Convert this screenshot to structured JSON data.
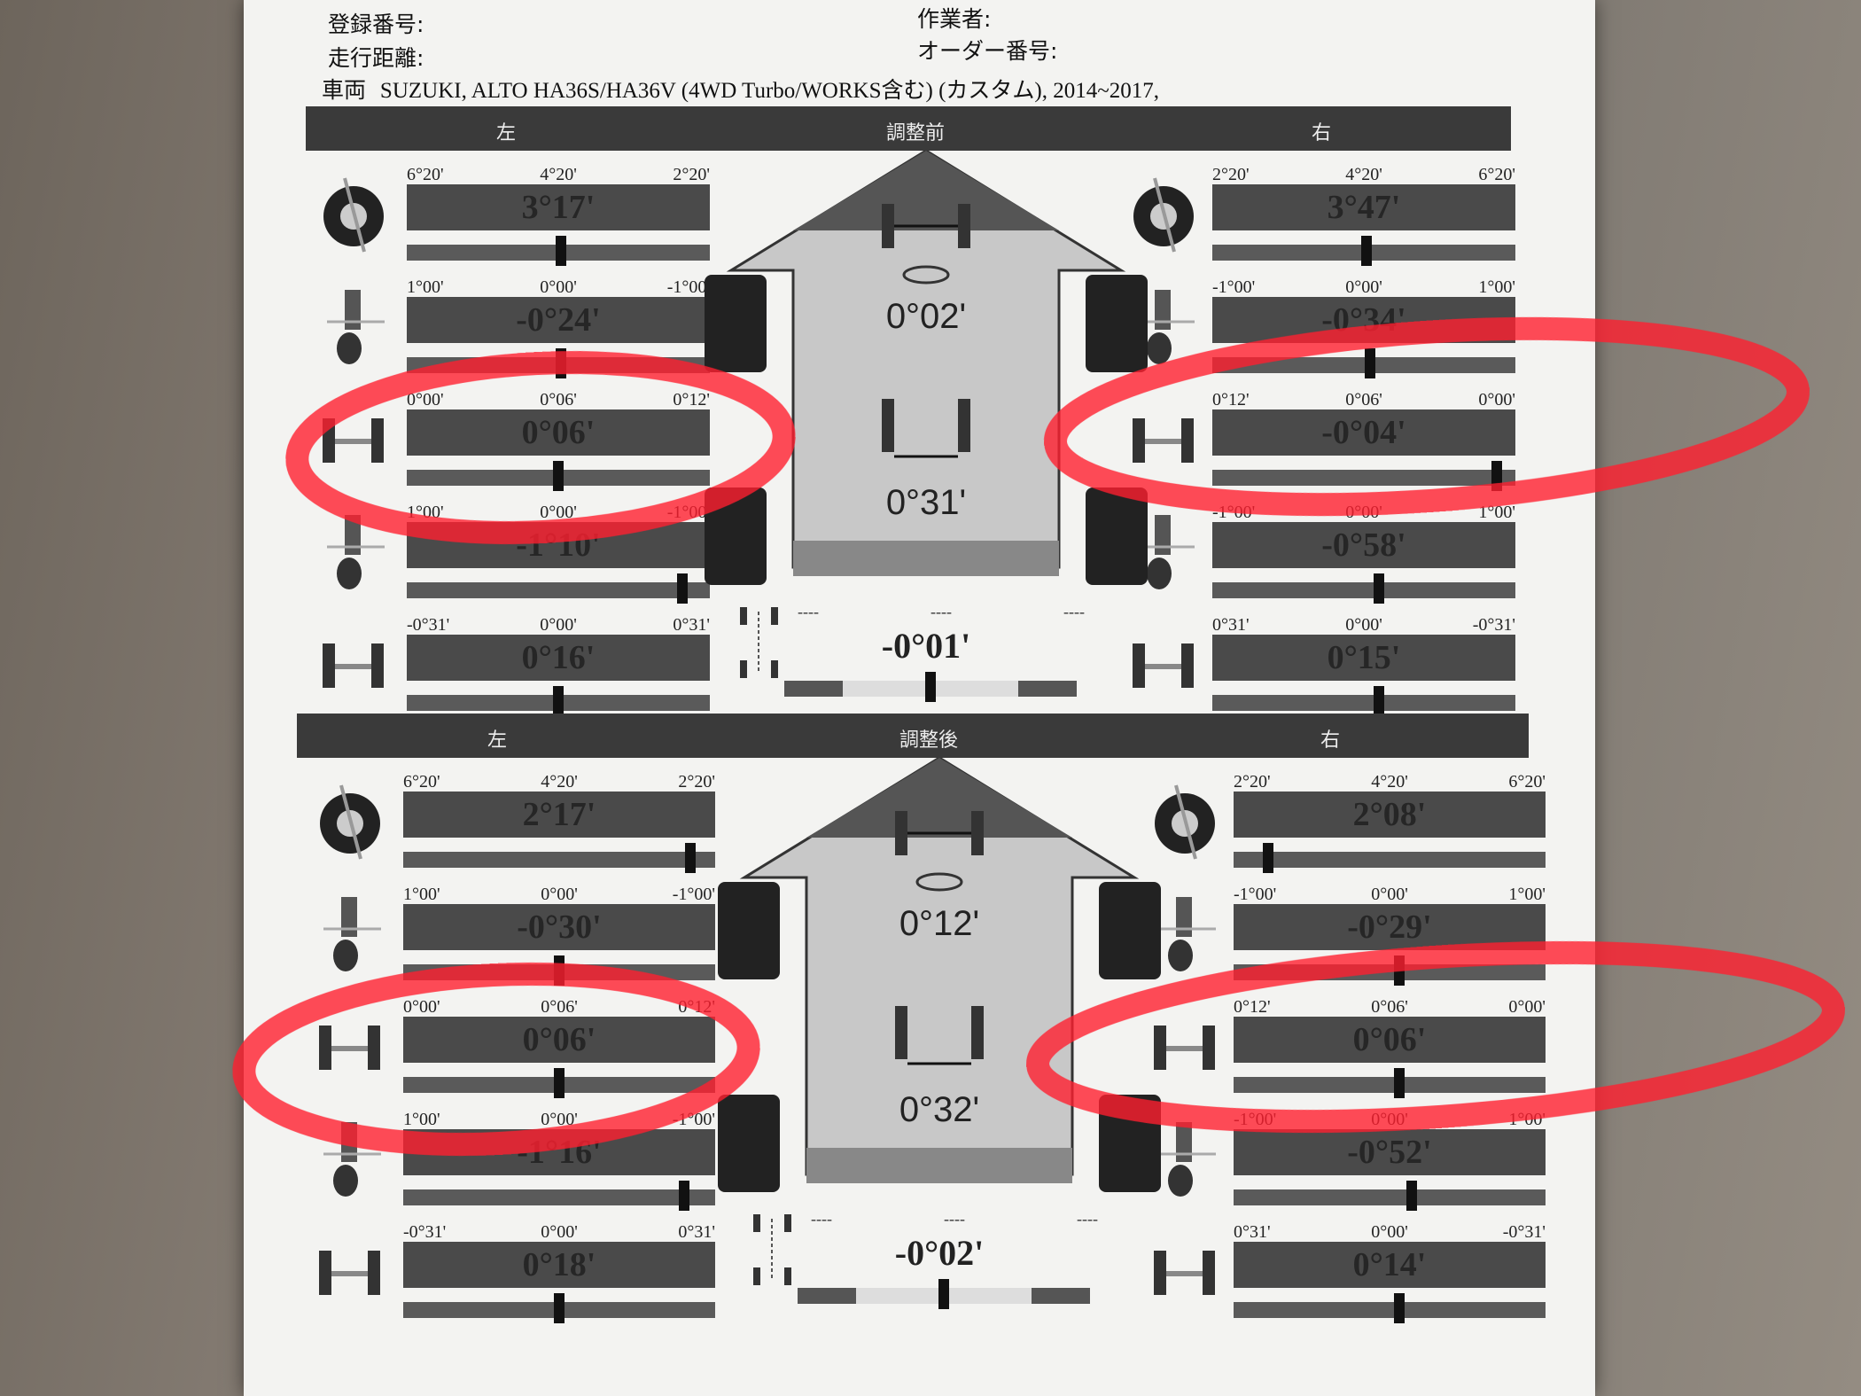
{
  "header": {
    "reg_no": "登録番号:",
    "mileage": "走行距離:",
    "worker": "作業者:",
    "order_no": "オーダー番号:",
    "vehicle_label": "車両",
    "vehicle": "SUZUKI, ALTO  HA36S/HA36V (4WD Turbo/WORKS含む) (カスタム), 2014~2017,"
  },
  "sections": [
    {
      "title": "調整前",
      "left_label": "左",
      "right_label": "右",
      "left": [
        {
          "type": "caster",
          "scale": [
            "6°20'",
            "4°20'",
            "2°20'"
          ],
          "value": "3°17'",
          "indicator": 0.51
        },
        {
          "type": "camber",
          "scale": [
            "1°00'",
            "0°00'",
            "-1°00'"
          ],
          "value": "-0°24'",
          "indicator": 0.51
        },
        {
          "type": "toe",
          "scale": [
            "0°00'",
            "0°06'",
            "0°12'"
          ],
          "value": "0°06'",
          "indicator": 0.5
        },
        {
          "type": "rear-camber",
          "scale": [
            "1°00'",
            "0°00'",
            "-1°00'"
          ],
          "value": "-1°10'",
          "indicator": 0.91
        },
        {
          "type": "rear-toe",
          "scale": [
            "-0°31'",
            "0°00'",
            "0°31'"
          ],
          "value": "0°16'",
          "indicator": 0.5
        }
      ],
      "right": [
        {
          "type": "caster",
          "scale": [
            "2°20'",
            "4°20'",
            "6°20'"
          ],
          "value": "3°47'",
          "indicator": 0.51
        },
        {
          "type": "camber",
          "scale": [
            "-1°00'",
            "0°00'",
            "1°00'"
          ],
          "value": "-0°34'",
          "indicator": 0.52
        },
        {
          "type": "toe",
          "scale": [
            "0°12'",
            "0°06'",
            "0°00'"
          ],
          "value": "-0°04'",
          "indicator": 0.94
        },
        {
          "type": "rear-camber",
          "scale": [
            "-1°00'",
            "0°00'",
            "1°00'"
          ],
          "value": "-0°58'",
          "indicator": 0.55
        },
        {
          "type": "rear-toe",
          "scale": [
            "0°31'",
            "0°00'",
            "-0°31'"
          ],
          "value": "0°15'",
          "indicator": 0.55
        }
      ],
      "center": {
        "front_total_toe": "0°02'",
        "rear_total_toe": "0°31'",
        "thrust_angle": "-0°01'",
        "thrust_indicator": 0.5,
        "thrust_scale": [
          "----",
          "----",
          "----"
        ]
      }
    },
    {
      "title": "調整後",
      "left_label": "左",
      "right_label": "右",
      "left": [
        {
          "type": "caster",
          "scale": [
            "6°20'",
            "4°20'",
            "2°20'"
          ],
          "value": "2°17'",
          "indicator": 0.92
        },
        {
          "type": "camber",
          "scale": [
            "1°00'",
            "0°00'",
            "-1°00'"
          ],
          "value": "-0°30'",
          "indicator": 0.5
        },
        {
          "type": "toe",
          "scale": [
            "0°00'",
            "0°06'",
            "0°12'"
          ],
          "value": "0°06'",
          "indicator": 0.5
        },
        {
          "type": "rear-camber",
          "scale": [
            "1°00'",
            "0°00'",
            "-1°00'"
          ],
          "value": "-1°16'",
          "indicator": 0.9
        },
        {
          "type": "rear-toe",
          "scale": [
            "-0°31'",
            "0°00'",
            "0°31'"
          ],
          "value": "0°18'",
          "indicator": 0.5
        }
      ],
      "right": [
        {
          "type": "caster",
          "scale": [
            "2°20'",
            "4°20'",
            "6°20'"
          ],
          "value": "2°08'",
          "indicator": 0.11
        },
        {
          "type": "camber",
          "scale": [
            "-1°00'",
            "0°00'",
            "1°00'"
          ],
          "value": "-0°29'",
          "indicator": 0.53
        },
        {
          "type": "toe",
          "scale": [
            "0°12'",
            "0°06'",
            "0°00'"
          ],
          "value": "0°06'",
          "indicator": 0.53
        },
        {
          "type": "rear-camber",
          "scale": [
            "-1°00'",
            "0°00'",
            "1°00'"
          ],
          "value": "-0°52'",
          "indicator": 0.57
        },
        {
          "type": "rear-toe",
          "scale": [
            "0°31'",
            "0°00'",
            "-0°31'"
          ],
          "value": "0°14'",
          "indicator": 0.53
        }
      ],
      "center": {
        "front_total_toe": "0°12'",
        "rear_total_toe": "0°32'",
        "thrust_angle": "-0°02'",
        "thrust_indicator": 0.5,
        "thrust_scale": [
          "----",
          "----",
          "----"
        ]
      }
    }
  ],
  "colors": {
    "highlight": "#ff2030",
    "bar": "#4a4a4a",
    "title_bar": "#3a3a3a"
  }
}
